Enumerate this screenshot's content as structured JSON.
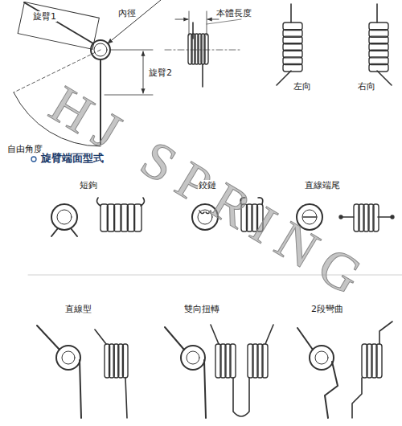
{
  "diagram": {
    "labels": [
      "旋臂1",
      "內徑",
      "本體長度",
      "旋臂2",
      "自由角度",
      "左向",
      "右向",
      "旋臂端面型式",
      "短鉤",
      "鉸鏈",
      "直線端尾",
      "直線型",
      "雙向扭轉",
      "2段彎曲",
      "HJ SPRING"
    ]
  }
}
